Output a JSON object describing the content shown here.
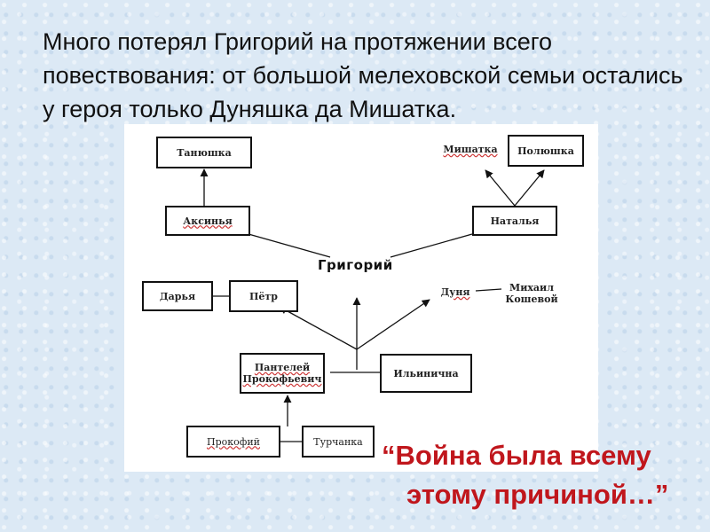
{
  "intro_text": "Много потерял Григорий на протяжении всего повествования: от большой мелеховской семьи остались у героя только Дуняшка да Мишатка.",
  "diagram": {
    "center": "Григорий",
    "nodes": {
      "tanyushka": "Танюшка",
      "mishatka": "Мишатка",
      "polyushka": "Полюшка",
      "aksinya": "Аксинья",
      "natalya": "Наталья",
      "darya": "Дарья",
      "petr": "Пётр",
      "dunya": "Дуня",
      "mikhail": "Михаил\nКошевой",
      "panteley": "Пантелей\nПрокофьевич",
      "ilyinichna": "Ильинична",
      "prokofiy": "Прокофий",
      "turchanka": "Турчанка"
    }
  },
  "quote": {
    "open_mark": "“",
    "line1": "Война была всему",
    "line2": "этому причиной…",
    "close_mark": "”"
  },
  "colors": {
    "quote": "#c0161c",
    "background": "#dce9f5"
  }
}
